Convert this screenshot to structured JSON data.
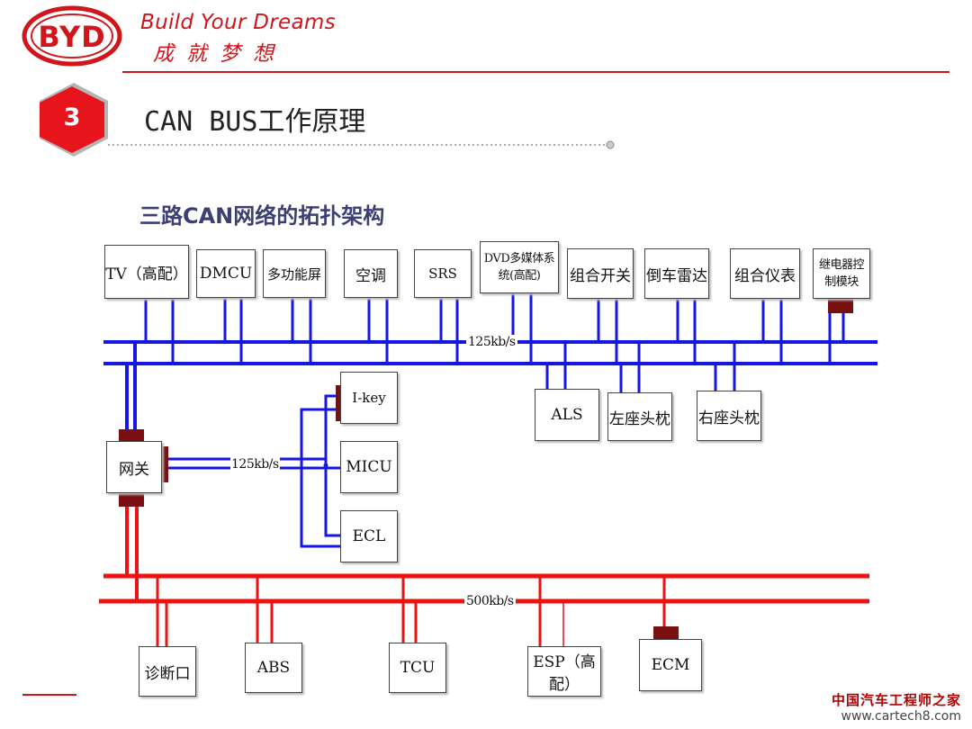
{
  "brand": {
    "logo_text": "BYD",
    "slogan_en": "Build Your Dreams",
    "slogan_cn": "成就梦想",
    "color": "#d0151b"
  },
  "section": {
    "number": "3",
    "title": "CAN BUS工作原理"
  },
  "diagram": {
    "subtitle": "三路CAN网络的拓扑架构",
    "colors": {
      "can_125": "#1515e6",
      "can_500": "#ee1111",
      "connector": "#7a0f12"
    },
    "top_nodes": [
      "TV（高配）",
      "DMCU",
      "多功能屏",
      "空调",
      "SRS",
      "DVD多媒体系统(高配)",
      "组合开关",
      "倒车雷达",
      "组合仪表",
      "继电器控制模块"
    ],
    "top_bus_speed": "125kb/s",
    "mid_nodes": [
      "ALS",
      "左座头枕",
      "右座头枕"
    ],
    "gateway": "网关",
    "gateway_bus_speed": "125kb/s",
    "branch_nodes": [
      "I-key",
      "MICU",
      "ECL"
    ],
    "bottom_bus_speed": "500kb/s",
    "bottom_nodes": [
      "诊断口",
      "ABS",
      "TCU",
      "ESP（高配）",
      "ECM"
    ]
  },
  "watermark": {
    "line1": "中国汽车工程师之家",
    "line2": "www.cartech8.com"
  }
}
